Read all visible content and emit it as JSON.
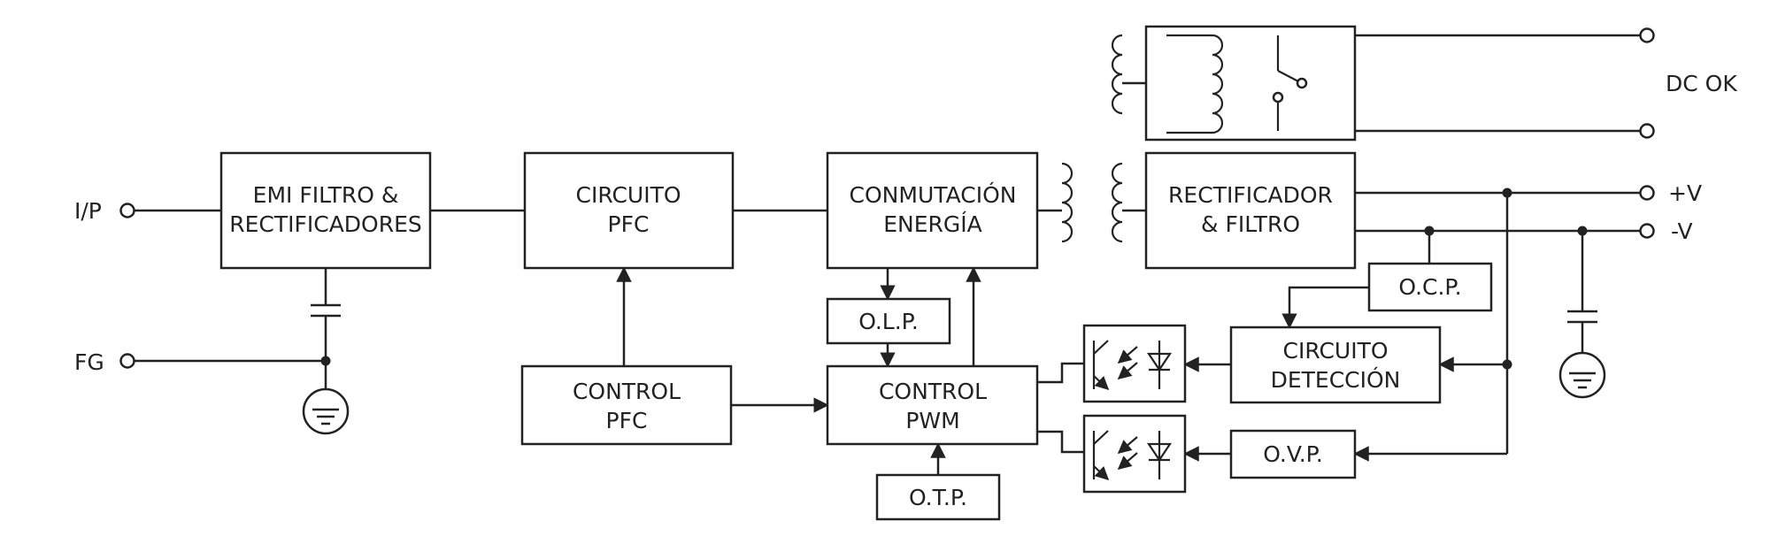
{
  "terminals": {
    "input": "I/P",
    "frame_ground": "FG",
    "dc_ok": "DC OK",
    "positive_out": "+V",
    "negative_out": "-V"
  },
  "blocks": {
    "emi_filter": [
      "EMI FILTRO &",
      "RECTIFICADORES"
    ],
    "pfc_circuit": [
      "CIRCUITO",
      "PFC"
    ],
    "power_switching": [
      "CONMUTACIÓN",
      "ENERGÍA"
    ],
    "rectifier_filter": [
      "RECTIFICADOR",
      "& FILTRO"
    ],
    "pfc_control": [
      "CONTROL",
      "PFC"
    ],
    "pwm_control": [
      "CONTROL",
      "PWM"
    ],
    "olp": "O.L.P.",
    "otp": "O.T.P.",
    "ocp": "O.C.P.",
    "detection_circuit": [
      "CIRCUITO",
      "DETECCIÓN"
    ],
    "ovp": "O.V.P."
  }
}
